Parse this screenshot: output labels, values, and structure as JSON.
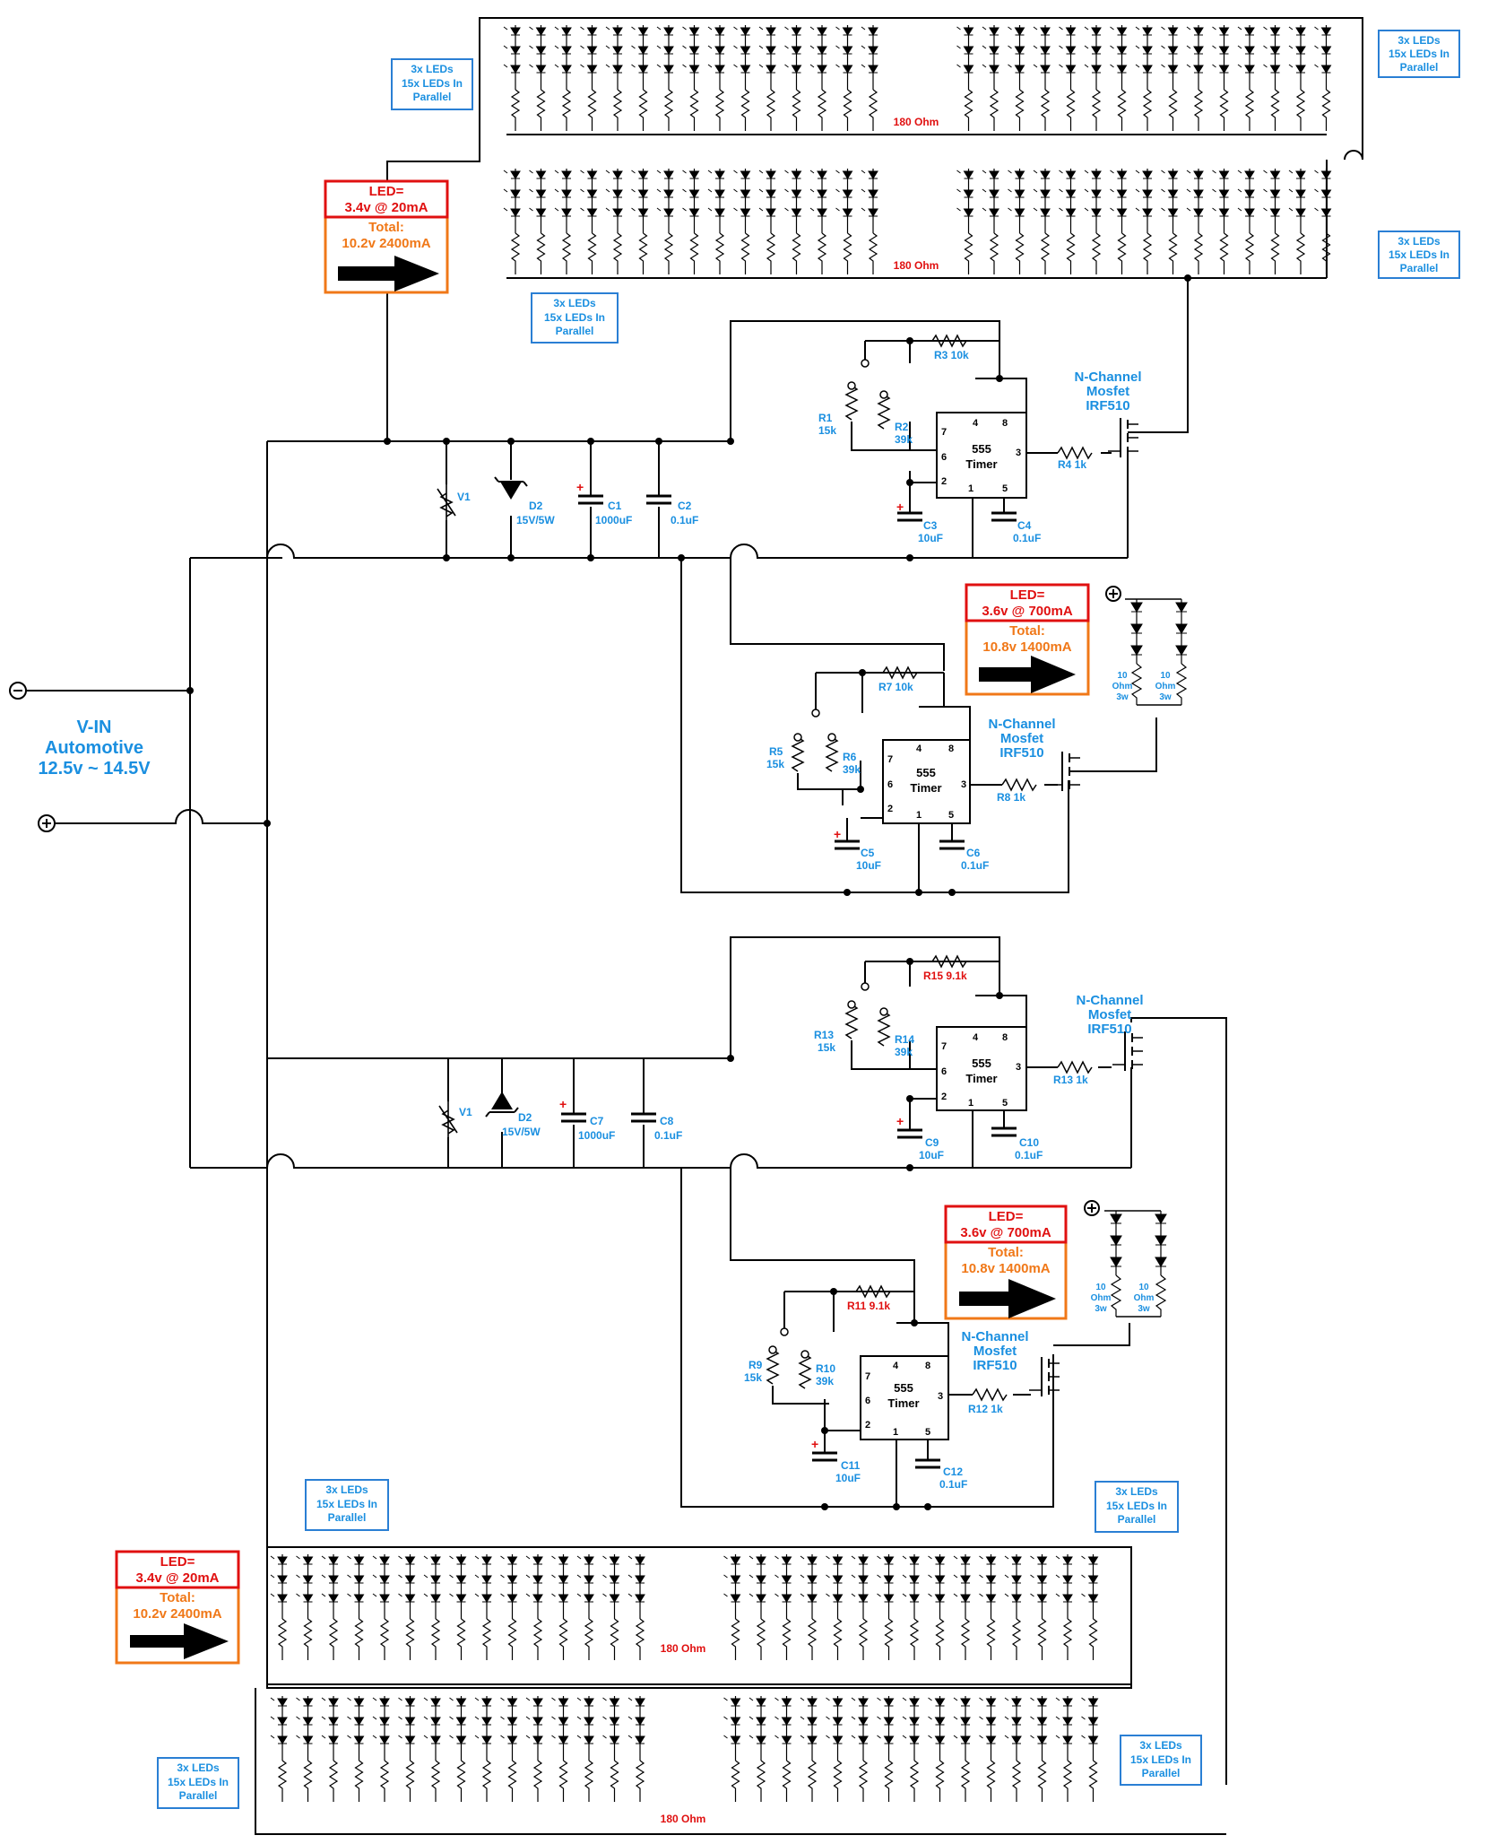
{
  "input": {
    "minus": "⊖",
    "plus": "⊕",
    "title_line1": "V-IN",
    "title_line2": "Automotive",
    "title_line3": "12.5v ~ 14.5V"
  },
  "led_array_note": {
    "line1": "3x LEDs",
    "line2": "15x LEDs In",
    "line3": "Parallel"
  },
  "array_resistor": "180 Ohm",
  "spec_small_led": {
    "head": "LED=",
    "rating": "3.4v @ 20mA",
    "total_label": "Total:",
    "total_value": "10.2v 2400mA"
  },
  "spec_power_led": {
    "head": "LED=",
    "rating": "3.6v @ 700mA",
    "total_label": "Total:",
    "total_value": "10.8v 1400mA"
  },
  "power_led_resistor": {
    "line1": "10",
    "line2": "Ohm",
    "line3": "3w"
  },
  "mosfet": {
    "line1": "N-Channel",
    "line2": "Mosfet",
    "line3": "IRF510"
  },
  "timer": {
    "line1": "555",
    "line2": "Timer",
    "pins": [
      "4",
      "8",
      "7",
      "6",
      "2",
      "1",
      "5",
      "3"
    ]
  },
  "supply_top": {
    "varistor": "V1",
    "zener": "D2",
    "zener_val": "15V/5W",
    "c_bulk": "C1",
    "c_bulk_val": "1000uF",
    "c_hf": "C2",
    "c_hf_val": "0.1uF"
  },
  "supply_bottom": {
    "varistor": "V1",
    "zener": "D2",
    "zener_val": "15V/5W",
    "c_bulk": "C7",
    "c_bulk_val": "1000uF",
    "c_hf": "C8",
    "c_hf_val": "0.1uF"
  },
  "stage_a": {
    "r1": "R1",
    "r1v": "15k",
    "r2": "R2",
    "r2v": "39k",
    "r3": "R3 10k",
    "r4": "R4 1k",
    "ct": "C3",
    "ctv": "10uF",
    "cc": "C4",
    "ccv": "0.1uF"
  },
  "stage_b": {
    "r1": "R5",
    "r1v": "15k",
    "r2": "R6",
    "r2v": "39k",
    "r3": "R7 10k",
    "r4": "R8 1k",
    "ct": "C5",
    "ctv": "10uF",
    "cc": "C6",
    "ccv": "0.1uF"
  },
  "stage_c": {
    "r1": "R13",
    "r1v": "15k",
    "r2": "R14",
    "r2v": "39k",
    "r3": "R15 9.1k",
    "r4": "R13 1k",
    "ct": "C9",
    "ctv": "10uF",
    "cc": "C10",
    "ccv": "0.1uF"
  },
  "stage_d": {
    "r1": "R9",
    "r1v": "15k",
    "r2": "R10",
    "r2v": "39k",
    "r3": "R11 9.1k",
    "r4": "R12 1k",
    "ct": "C11",
    "ctv": "10uF",
    "cc": "C12",
    "ccv": "0.1uF"
  },
  "colors": {
    "wire": "#000000",
    "label_blue": "#1a8fe0",
    "label_red": "#e01010",
    "label_orange": "#f07818",
    "box_blue": "#2a7fd4"
  }
}
